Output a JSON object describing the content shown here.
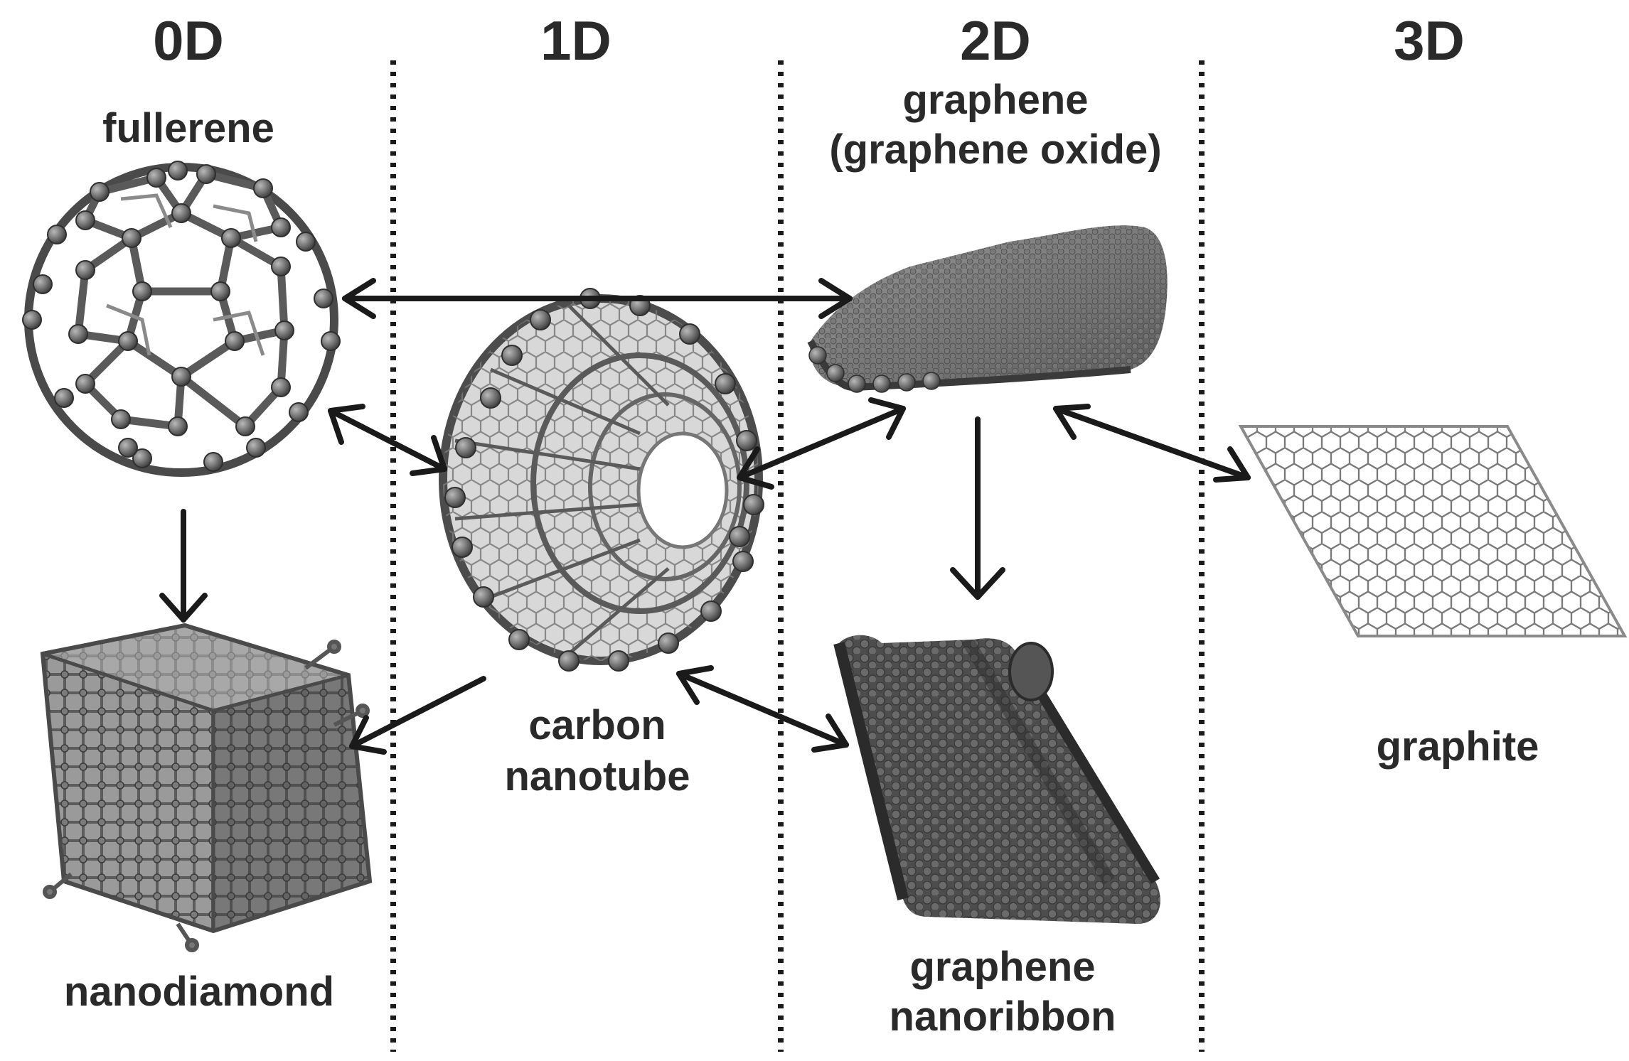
{
  "headers": {
    "d0": "0D",
    "d1": "1D",
    "d2": "2D",
    "d3": "3D"
  },
  "labels": {
    "fullerene": "fullerene",
    "graphene": "graphene",
    "graphene_oxide": "(graphene oxide)",
    "carbon": "carbon",
    "nanotube": "nanotube",
    "nanodiamond": "nanodiamond",
    "graphite": "graphite",
    "gnr_1": "graphene",
    "gnr_2": "nanoribbon"
  },
  "colors": {
    "ink": "#1a1a1a",
    "atom": "#6e6e6e",
    "atom_dark": "#3c3c3c",
    "label": "#2a2a2a"
  }
}
